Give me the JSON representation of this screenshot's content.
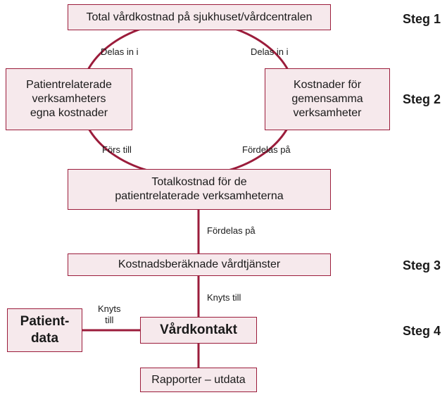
{
  "colors": {
    "accent": "#9b1c3b",
    "box_fill": "#f6e9ec"
  },
  "nodes": {
    "total_cost": "Total vårdkostnad på sjukhuset/vårdcentralen",
    "patient_units": "Patientrelaterade\nverksamheters\negna kostnader",
    "shared_units": "Kostnader för\ngemensamma\nverksamheter",
    "total_patient_units": "Totalkostnad för de\npatientrelaterade verksamheterna",
    "calculated_services": "Kostnadsberäknade vårdtjänster",
    "care_contact": "Vårdkontakt",
    "patient_data": "Patient-\ndata",
    "reports": "Rapporter – utdata"
  },
  "edges": {
    "split_left": "Delas in i",
    "split_right": "Delas in i",
    "moved_to": "Förs till",
    "distributed_right": "Fördelas på",
    "distributed_center": "Fördelas på",
    "linked_to": "Knyts till",
    "linked_patient": "Knyts\ntill"
  },
  "steps": {
    "step1": "Steg 1",
    "step2": "Steg 2",
    "step3": "Steg 3",
    "step4": "Steg 4"
  }
}
